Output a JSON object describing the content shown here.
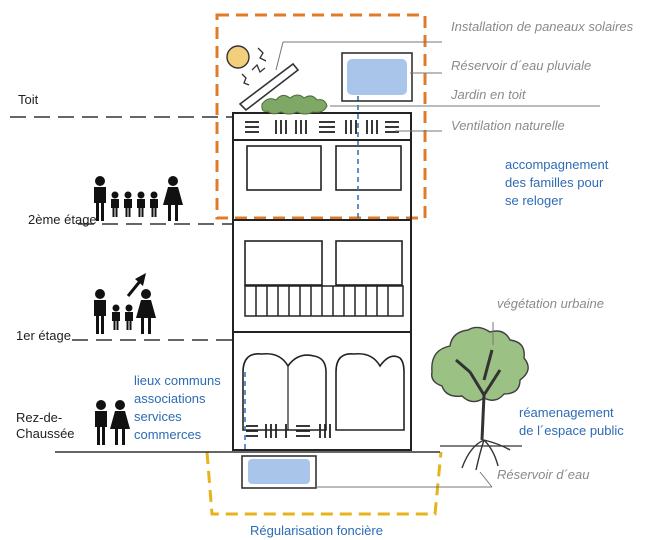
{
  "floors": {
    "roof": "Toit",
    "second": "2ème étage",
    "first": "1er étage",
    "ground_line1": "Rez-de-",
    "ground_line2": "Chaussée"
  },
  "annotations": {
    "solar": "Installation de paneaux solaires",
    "rain_tank": "Réservoir d´eau pluviale",
    "roof_garden": "Jardin en toit",
    "ventilation": "Ventilation naturelle",
    "vegetation": "végétation urbaine",
    "water_tank": "Réservoir d´eau"
  },
  "blue_notes": {
    "relocation": [
      "accompagnement",
      "des familles pour",
      "se reloger"
    ],
    "common_spaces": [
      "lieux communs",
      "associations",
      "services",
      "commerces"
    ],
    "public_space": [
      "réamenagement",
      "de l´espace public"
    ],
    "land": "Régularisation foncière"
  },
  "colors": {
    "orange_dash": "#e07b2a",
    "yellow_dash": "#e8b21a",
    "blue_text": "#2d6bb5",
    "tank_fill": "#a9c6ea",
    "garden": "#7fa866",
    "tree": "#9bc184",
    "sun": "#f2cf7a"
  }
}
